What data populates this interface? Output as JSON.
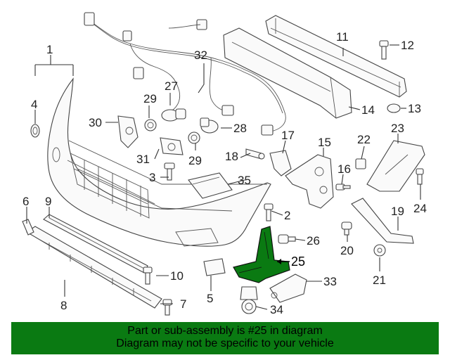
{
  "callouts": {
    "c1": "1",
    "c2": "2",
    "c3": "3",
    "c4": "4",
    "c5": "5",
    "c6": "6",
    "c7": "7",
    "c8": "8",
    "c9": "9",
    "c10": "10",
    "c11": "11",
    "c12": "12",
    "c13": "13",
    "c14": "14",
    "c15": "15",
    "c16": "16",
    "c17": "17",
    "c18": "18",
    "c19": "19",
    "c20": "20",
    "c21": "21",
    "c22": "22",
    "c23": "23",
    "c24": "24",
    "c25": "25",
    "c26": "26",
    "c27": "27",
    "c28": "28",
    "c29a": "29",
    "c29b": "29",
    "c30": "30",
    "c31": "31",
    "c32": "32",
    "c33": "33",
    "c34": "34",
    "c35": "35"
  },
  "highlight_color": "#0a7a12",
  "banner": {
    "line1": "Part or sub-assembly is #25 in diagram",
    "line2": "Diagram may not be specific to your vehicle"
  }
}
